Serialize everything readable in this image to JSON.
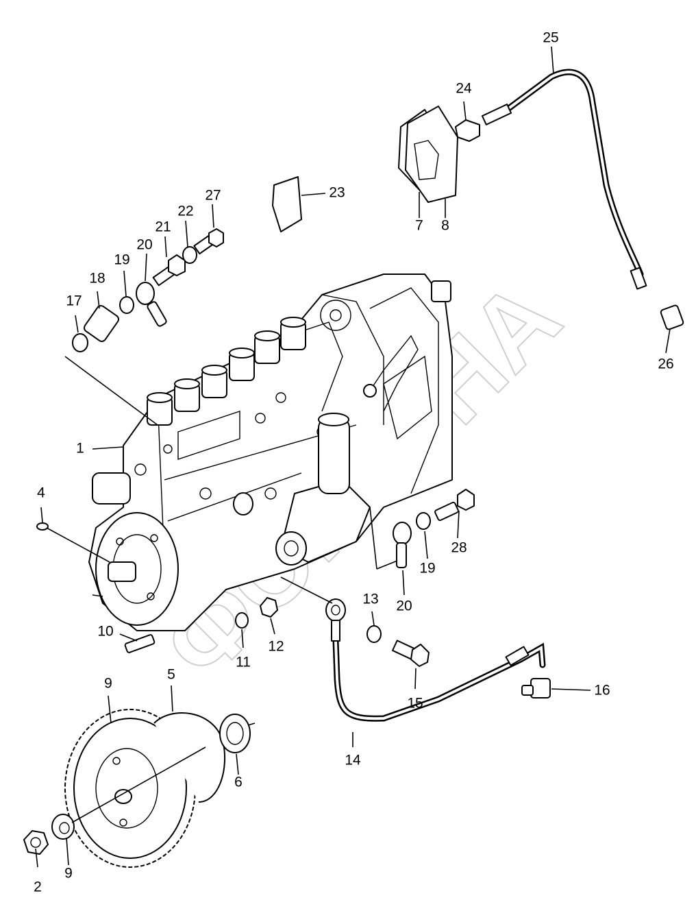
{
  "diagram": {
    "watermark": "ФОРТУНА",
    "callouts": [
      "1",
      "2",
      "4",
      "5",
      "6",
      "7",
      "8",
      "9",
      "9",
      "10",
      "11",
      "12",
      "13",
      "14",
      "15",
      "16",
      "17",
      "18",
      "19",
      "19",
      "20",
      "20",
      "21",
      "22",
      "23",
      "24",
      "25",
      "26",
      "27",
      "28"
    ]
  }
}
